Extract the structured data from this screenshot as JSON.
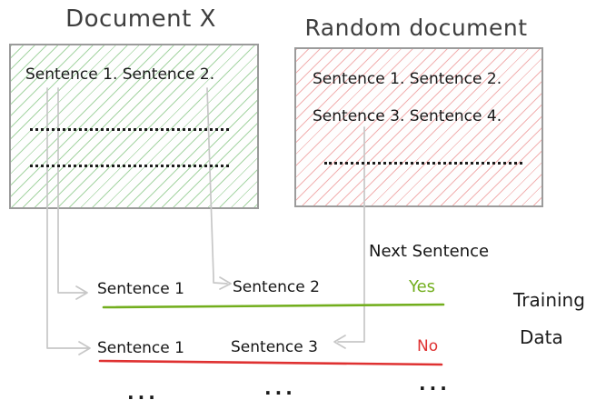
{
  "colors": {
    "green_accent": "#72ae1d",
    "red_accent": "#df3131",
    "green_hatch": "#a6d5a4",
    "red_hatch": "#f2b1b1",
    "arrow_gray": "#c7c7c7",
    "border_gray": "#9b9b9b"
  },
  "documents": {
    "doc_x": {
      "title": "Document X",
      "line1": "Sentence 1. Sentence 2."
    },
    "random": {
      "title": "Random document",
      "line1": "Sentence 1. Sentence 2.",
      "line2": "Sentence 3. Sentence 4."
    }
  },
  "training": {
    "header": "Next Sentence",
    "rows": [
      {
        "first": "Sentence 1",
        "second": "Sentence 2",
        "label": "Yes"
      },
      {
        "first": "Sentence 1",
        "second": "Sentence 3",
        "label": "No"
      }
    ],
    "side_label_line1": "Training",
    "side_label_line2": "Data",
    "ellipsis": "..."
  }
}
